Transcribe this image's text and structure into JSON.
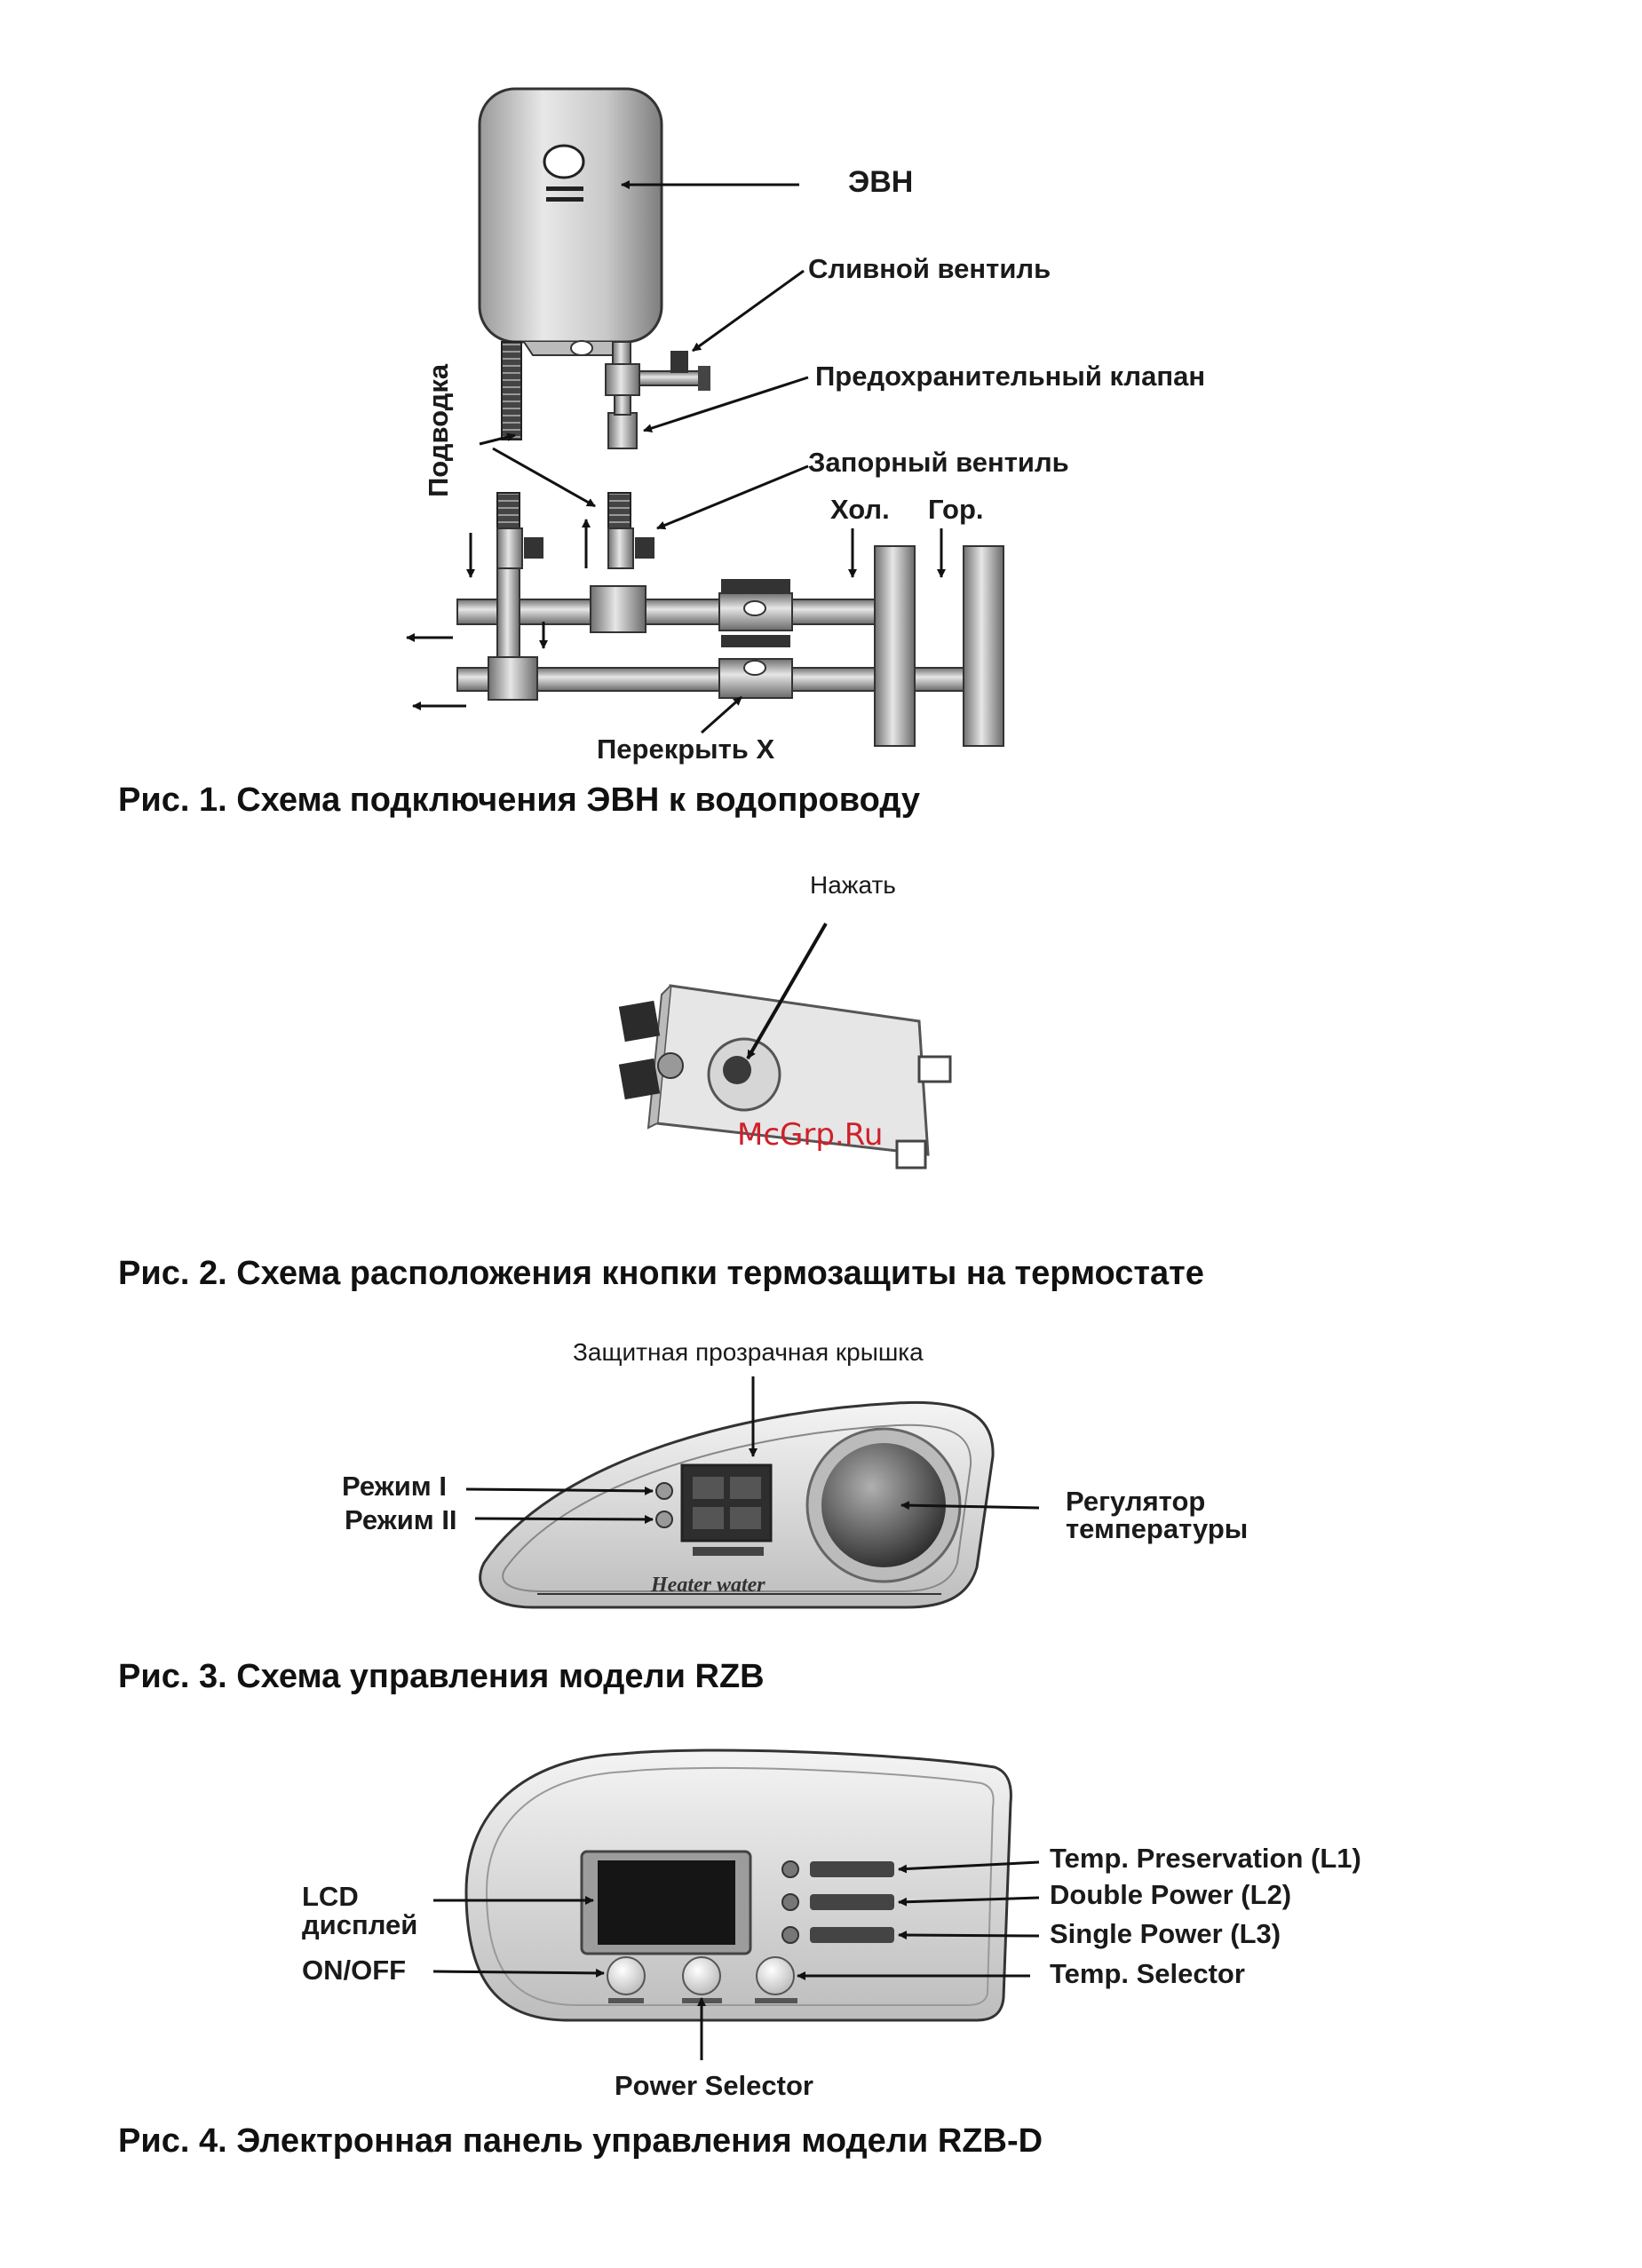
{
  "fig1": {
    "caption": "Рис. 1. Схема подключения ЭВН к водопроводу",
    "labels": {
      "evn": "ЭВН",
      "drain_valve": "Сливной вентиль",
      "safety_valve": "Предохранительный клапан",
      "supply": "Подводка",
      "shutoff_valve": "Запорный вентиль",
      "cold": "Хол.",
      "hot": "Гор.",
      "close_x": "Перекрыть Х"
    }
  },
  "fig2": {
    "caption": "Рис. 2. Схема расположения кнопки термозащиты на термостате",
    "labels": {
      "press": "Нажать"
    },
    "watermark": "McGrp.Ru",
    "watermark_color": "#d0202a"
  },
  "fig3": {
    "caption": "Рис. 3. Схема управления модели RZB",
    "labels": {
      "cover": "Защитная прозрачная крышка",
      "mode1": "Режим I",
      "mode2": "Режим II",
      "regulator_line1": "Регулятор",
      "regulator_line2": "температуры",
      "panel_text": "Heater water"
    }
  },
  "fig4": {
    "caption": "Рис. 4. Электронная панель управления модели RZB-D",
    "labels": {
      "lcd_line1": "LCD",
      "lcd_line2": "дисплей",
      "onoff": "ON/OFF",
      "temp_preservation": "Temp. Preservation (L1)",
      "double_power": "Double Power (L2)",
      "single_power": "Single Power (L3)",
      "temp_selector": "Temp. Selector",
      "power_selector": "Power Selector"
    }
  }
}
